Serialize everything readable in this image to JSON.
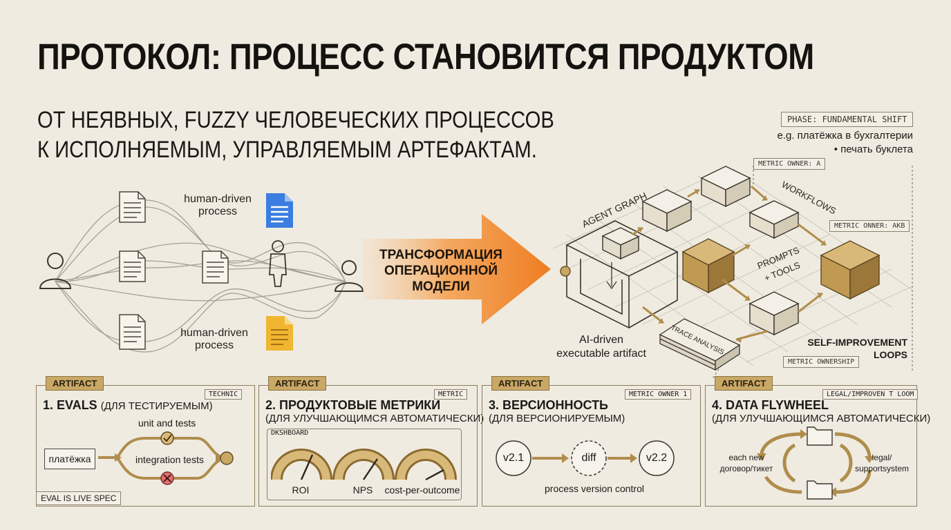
{
  "header": {
    "title": "ПРОТОКОЛ: ПРОЦЕСС СТАНОВИТСЯ ПРОДУКТОМ",
    "subtitle_line1": "ОТ НЕЯВНЫХ, FUZZY ЧЕЛОВЕЧЕСКИХ ПРОЦЕССОВ",
    "subtitle_line2": "К ИСПОЛНЯЕМЫМ, УПРАВЛЯЕМЫМ АРТЕФАКТАМ."
  },
  "phase": {
    "tag": "PHASE: FUNDAMENTAL SHIFT",
    "example_line1": "e.g. платёжка в бухгалтерии",
    "example_line2": "• печать буклета"
  },
  "left": {
    "process_label_top": [
      "human-driven",
      "process"
    ],
    "process_label_bottom": [
      "human-driven",
      "process"
    ]
  },
  "arrow": {
    "line1": "ТРАНСФОРМАЦИЯ",
    "line2": "ОПЕРАЦИОННОЙ",
    "line3": "МОДЕЛИ"
  },
  "right": {
    "metric_owner_a": "METRIC OWNER: A",
    "metric_owner_akb": "METRIC ONNER: AKB",
    "agent_graph": "AGENT GRAPH",
    "workflows": "WORKFLOWS",
    "prompts_line1": "PROMPTS",
    "prompts_line2": "+ TOOLS",
    "trace_analysis": "TRACE ANALYSIS",
    "ai_label": [
      "AI-driven",
      "executable artifact"
    ],
    "self_improvement": [
      "SELF-IMPROVEMENT",
      "LOOPS"
    ],
    "metric_ownership": "METRIC OWNERSHIP"
  },
  "panels": [
    {
      "artifact": "ARTIFACT",
      "title": "1. EVALS",
      "title_light": "(ДЛЯ ТЕСТИРУЕМЫМ)",
      "tag": "TECHNIC",
      "input": "платёжка",
      "top_label": "unit and tests",
      "mid_label": "integration tests",
      "footer": "EVAL IS LIVE SPEC"
    },
    {
      "artifact": "ARTIFACT",
      "title": "2. ПРОДУКТОВЫЕ МЕТРИКИ",
      "subtitle": "(ДЛЯ УЛУЧШАЮЩИМСЯ АВТОМАТИЧЕСКИ)",
      "tag": "METRIC",
      "dashboard": "DKSHBOARD",
      "gauges": [
        "ROI",
        "NPS",
        "cost-per-outcome"
      ]
    },
    {
      "artifact": "ARTIFACT",
      "title": "3. ВЕРСИОННОСТЬ",
      "subtitle": "(ДЛЯ ВЕРСИОНИРУЕМЫМ)",
      "tag": "METRIC OWNER 1",
      "v1": "v2.1",
      "diff": "diff",
      "v2": "v2.2",
      "caption": "process version control"
    },
    {
      "artifact": "ARTIFACT",
      "title": "4. DATA FLYWHEEL",
      "subtitle": "(ДЛЯ УЛУЧШАЮЩИМСЯ АВТОМАТИЧЕСКИ)",
      "tag": "LEGAL/IMPROVEN T LOOM",
      "left_label": [
        "each new",
        "договор/тикет"
      ],
      "right_label": [
        "legal/",
        "supportsystem"
      ]
    }
  ],
  "colors": {
    "background": "#efebe1",
    "gold": "#c9a865",
    "gold_dark": "#8b6a2e",
    "arrow_orange": "#f08a2e",
    "doc_blue": "#3b7de0",
    "doc_yellow": "#f0b631"
  }
}
